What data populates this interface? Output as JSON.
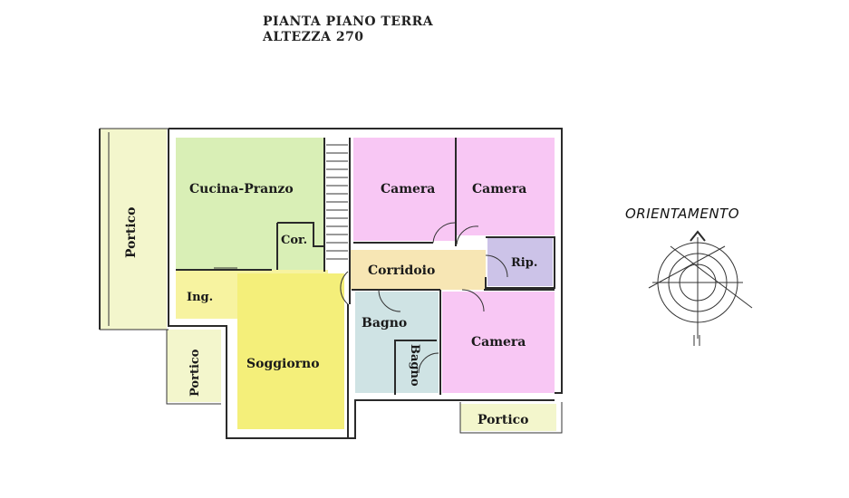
{
  "header": {
    "title": "PIANTA PIANO TERRA",
    "subtitle": "ALTEZZA 270"
  },
  "rooms": {
    "cucina": "Cucina-Pranzo",
    "cor": "Cor.",
    "camera_1": "Camera",
    "camera_2": "Camera",
    "camera_3": "Camera",
    "rip": "Rip.",
    "corridoio": "Corridoio",
    "ing": "Ing.",
    "soggiorno": "Soggiorno",
    "bagno_1": "Bagno",
    "bagno_2": "Bagno",
    "portico_1": "Portico",
    "portico_2": "Portico",
    "portico_3": "Portico"
  },
  "orientation": {
    "label": "ORIENTAMENTO",
    "icon": "compass-rose-icon"
  },
  "colors": {
    "portico": "#f3f6cc",
    "cucina": "#d9efb6",
    "camera": "#f8c7f4",
    "rip": "#ccc3e8",
    "corridoio": "#f7e6b4",
    "soggiorno": "#f4ef7a",
    "ingresso": "#f7f3a0",
    "bagno": "#cfe3e4"
  }
}
